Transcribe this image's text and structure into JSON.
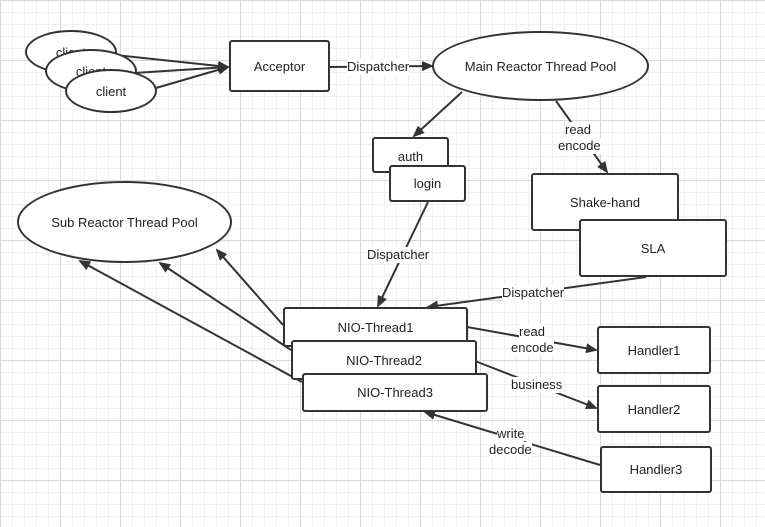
{
  "nodes": {
    "client1": "client",
    "client2": "client",
    "client3": "client",
    "acceptor": "Acceptor",
    "main_pool": "Main Reactor Thread Pool",
    "auth": "auth",
    "login": "login",
    "shake_hand": "Shake-hand",
    "sla": "SLA",
    "sub_pool": "Sub Reactor Thread Pool",
    "nio1": "NIO-Thread1",
    "nio2": "NIO-Thread2",
    "nio3": "NIO-Thread3",
    "handler1": "Handler1",
    "handler2": "Handler2",
    "handler3": "Handler3"
  },
  "edge_labels": {
    "dispatcher_main": "Dispatcher",
    "read": "read",
    "encode": "encode",
    "dispatcher_login": "Dispatcher",
    "dispatcher_sla": "Dispatcher",
    "read2": "read",
    "encode2": "encode",
    "business": "business",
    "write": "write",
    "decode": "decode"
  },
  "colors": {
    "stroke": "#333333",
    "text": "#222222",
    "grid": "#d9d9d9"
  }
}
